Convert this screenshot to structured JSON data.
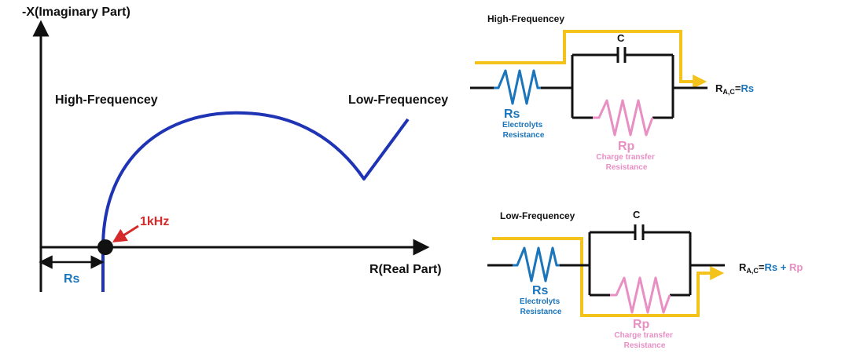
{
  "nyquist": {
    "y_axis_label": "-X(Imaginary Part)",
    "x_axis_label": "R(Real Part)",
    "high_freq_label": "High-Frequencey",
    "low_freq_label": "Low-Frequencey",
    "point_label": "1kHz",
    "rs_label": "Rs"
  },
  "circuit_high": {
    "title": "High-Frequencey",
    "cap_label": "C",
    "rs_label": "Rs",
    "rs_desc_1": "Electrolyts",
    "rs_desc_2": "Resistance",
    "rp_label": "Rp",
    "rp_desc_1": "Charge transfer",
    "rp_desc_2": "Resistance",
    "out_label_r": "R",
    "out_label_sub": "A,C",
    "out_label_eq": "=",
    "out_label_rs": "Rs"
  },
  "circuit_low": {
    "title": "Low-Frequencey",
    "cap_label": "C",
    "rs_label": "Rs",
    "rs_desc_1": "Electrolyts",
    "rs_desc_2": "Resistance",
    "rp_label": "Rp",
    "rp_desc_1": "Charge transfer",
    "rp_desc_2": "Resistance",
    "out_label_r": "R",
    "out_label_sub": "A,C",
    "out_label_eq": "=",
    "out_label_rs": "Rs",
    "out_label_plus": " + ",
    "out_label_rp": "Rp"
  },
  "colors": {
    "curve": "#1f33b5",
    "rs": "#1b75bb",
    "rp": "#e88fc4",
    "current_path": "#f3c21b",
    "point_arrow": "#d42a2a",
    "wire": "#111111"
  }
}
